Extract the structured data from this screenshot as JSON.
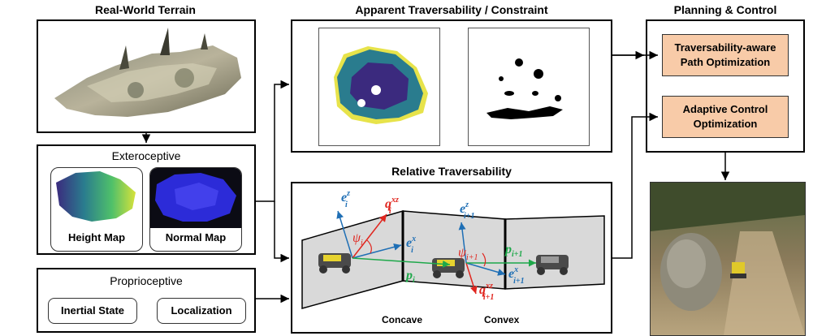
{
  "terrain": {
    "title": "Real-World Terrain"
  },
  "exteroceptive": {
    "title": "Exteroceptive",
    "height_map": "Height Map",
    "normal_map": "Normal Map"
  },
  "proprioceptive": {
    "title": "Proprioceptive",
    "inertial": "Inertial State",
    "localization": "Localization"
  },
  "apparent": {
    "title": "Apparent Traversability / Constraint"
  },
  "relative": {
    "title": "Relative Traversability",
    "concave": "Concave",
    "convex": "Convex",
    "symbols": {
      "ez_i": "e",
      "ez_i_sup": "z",
      "ez_i_sub": "i",
      "ex_i": "e",
      "ex_i_sup": "x",
      "ex_i_sub": "i",
      "q_i": "q",
      "q_i_sup": "xz",
      "q_i_sub": "i",
      "psi_i": "ψ",
      "psi_i_sub": "i",
      "p_i": "p",
      "p_i_sub": "i",
      "ez_i1": "e",
      "ez_i1_sup": "z",
      "ez_i1_sub": "i+1",
      "ex_i1": "e",
      "ex_i1_sup": "x",
      "ex_i1_sub": "i+1",
      "q_i1": "q",
      "q_i1_sup": "xz",
      "q_i1_sub": "i+1",
      "psi_i1": "ψ",
      "psi_i1_sub": "i+1",
      "p_i1": "p",
      "p_i1_sub": "i+1"
    }
  },
  "planning": {
    "title": "Planning & Control",
    "path_opt": "Traversability-aware Path Optimization",
    "control_opt": "Adaptive Control Optimization"
  },
  "colors": {
    "accent_orange": "#f8cba8",
    "blue": "#1f6fb5",
    "red": "#e0261f",
    "green": "#1ea84a"
  }
}
